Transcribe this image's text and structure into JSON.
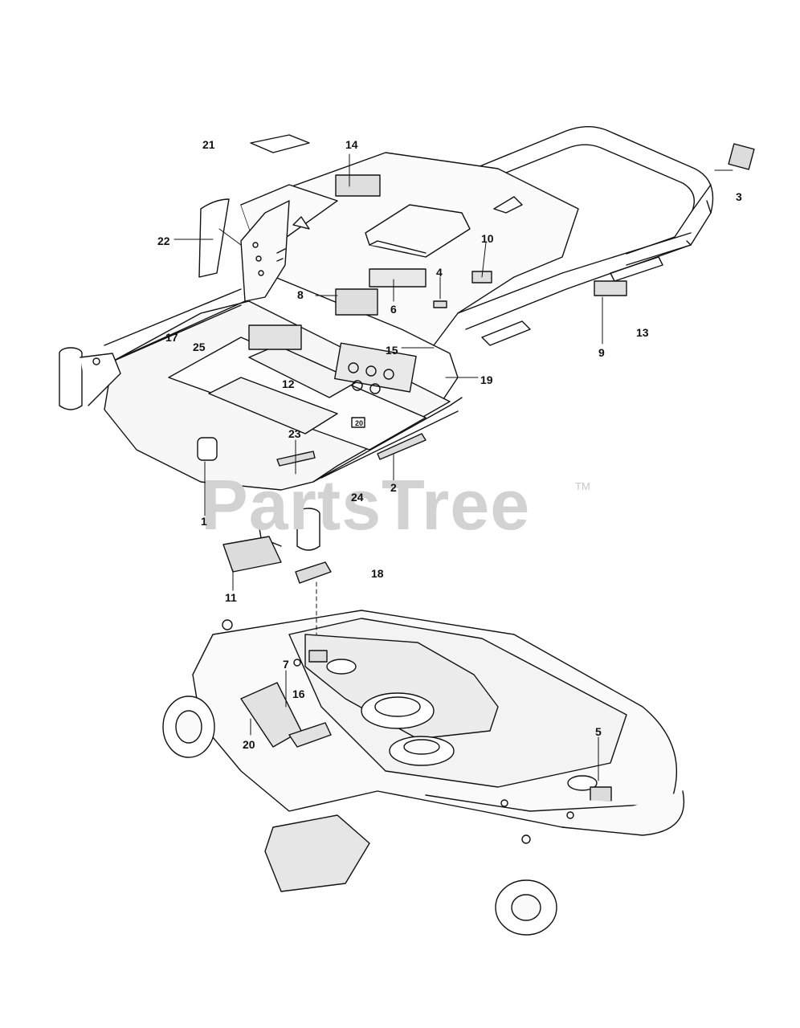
{
  "watermark": {
    "text": "PartsTree",
    "tm": "TM"
  },
  "decal_text": "20",
  "callouts": [
    "1",
    "2",
    "3",
    "4",
    "5",
    "6",
    "7",
    "8",
    "9",
    "10",
    "11",
    "12",
    "13",
    "14",
    "15",
    "16",
    "17",
    "18",
    "19",
    "20",
    "21",
    "22",
    "23",
    "24",
    "25"
  ],
  "colors": {
    "line": "#111111",
    "panel": "#f1f1f1",
    "watermark": "#d2d2d2"
  }
}
